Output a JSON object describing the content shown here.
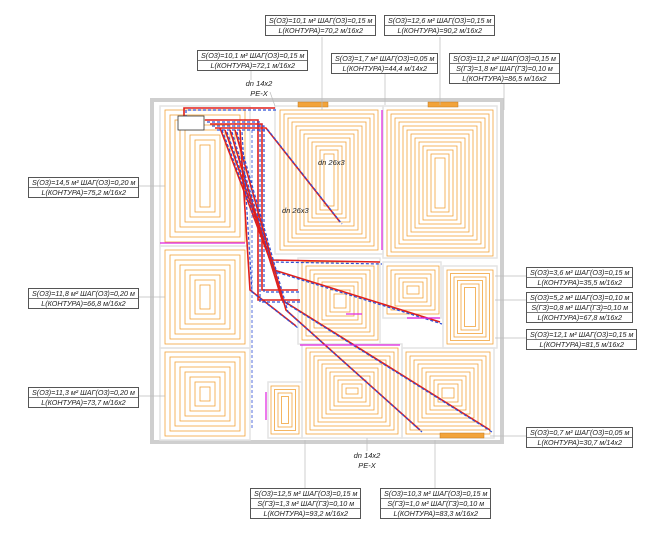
{
  "labels": {
    "top_1": [
      "S(O3)=10,1 м² ШАГ(O3)=0,15 м",
      "L(КОНТУРА)=70,2 м/16x2"
    ],
    "top_2": [
      "S(O3)=12,6 м² ШАГ(O3)=0,15 м",
      "L(КОНТУРА)=90,2 м/16x2"
    ],
    "top_3": [
      "S(O3)=10,1 м² ШАГ(O3)=0,15 м",
      "L(КОНТУРА)=72,1 м/16x2"
    ],
    "top_4": [
      "S(O3)=1,7 м² ШАГ(O3)=0,05 м",
      "L(КОНТУРА)=44,4 м/14x2"
    ],
    "top_5": [
      "S(O3)=11,2 м² ШАГ(O3)=0,15 м",
      "S(ГЗ)=1,8 м² ШАГ(ГЗ)=0,10 м",
      "L(КОНТУРА)=86,5 м/16x2"
    ],
    "left_1": [
      "S(O3)=14,5 м² ШАГ(O3)=0,20 м",
      "L(КОНТУРА)=75,2 м/16x2"
    ],
    "left_2": [
      "S(O3)=11,8 м² ШАГ(O3)=0,20 м",
      "L(КОНТУРА)=66,8 м/16x2"
    ],
    "left_3": [
      "S(O3)=11,3 м² ШАГ(O3)=0,20 м",
      "L(КОНТУРА)=73,7 м/16x2"
    ],
    "right_1": [
      "S(O3)=3,6 м² ШАГ(O3)=0,15 м",
      "L(КОНТУРА)=35,5 м/16x2"
    ],
    "right_2": [
      "S(O3)=5,2 м² ШАГ(O3)=0,10 м",
      "S(ГЗ)=0,8 м² ШАГ(ГЗ)=0,10 м",
      "L(КОНТУРА)=67,8 м/16x2"
    ],
    "right_3": [
      "S(O3)=12,1 м² ШАГ(O3)=0,15 м",
      "L(КОНТУРА)=81,5 м/16x2"
    ],
    "right_4": [
      "S(O3)=0,7 м² ШАГ(O3)=0,05 м",
      "L(КОНТУРА)=30,7 м/14x2"
    ],
    "bottom_1": [
      "S(O3)=12,5 м² ШАГ(O3)=0,15 м",
      "S(ГЗ)=1,3 м² ШАГ(ГЗ)=0,10 м",
      "L(КОНТУРА)=93,2 м/16x2"
    ],
    "bottom_2": [
      "S(O3)=10,3 м² ШАГ(O3)=0,15 м",
      "S(ГЗ)=1,0 м² ШАГ(ГЗ)=0,10 м",
      "L(КОНТУРА)=83,3 м/16x2"
    ]
  },
  "notes": {
    "pipe_top": {
      "size": "dn 14x2",
      "material": "PE-X"
    },
    "pipe_bottom": {
      "size": "dn 14x2",
      "material": "PE-X"
    },
    "main_1": "dn 26x3",
    "main_2": "dn 26x3"
  },
  "colors": {
    "loop": "#f2a33a",
    "supply": "#e0201c",
    "return": "#2f4fd6",
    "accent": "#e020e0",
    "wall": "#cfcfcf"
  }
}
